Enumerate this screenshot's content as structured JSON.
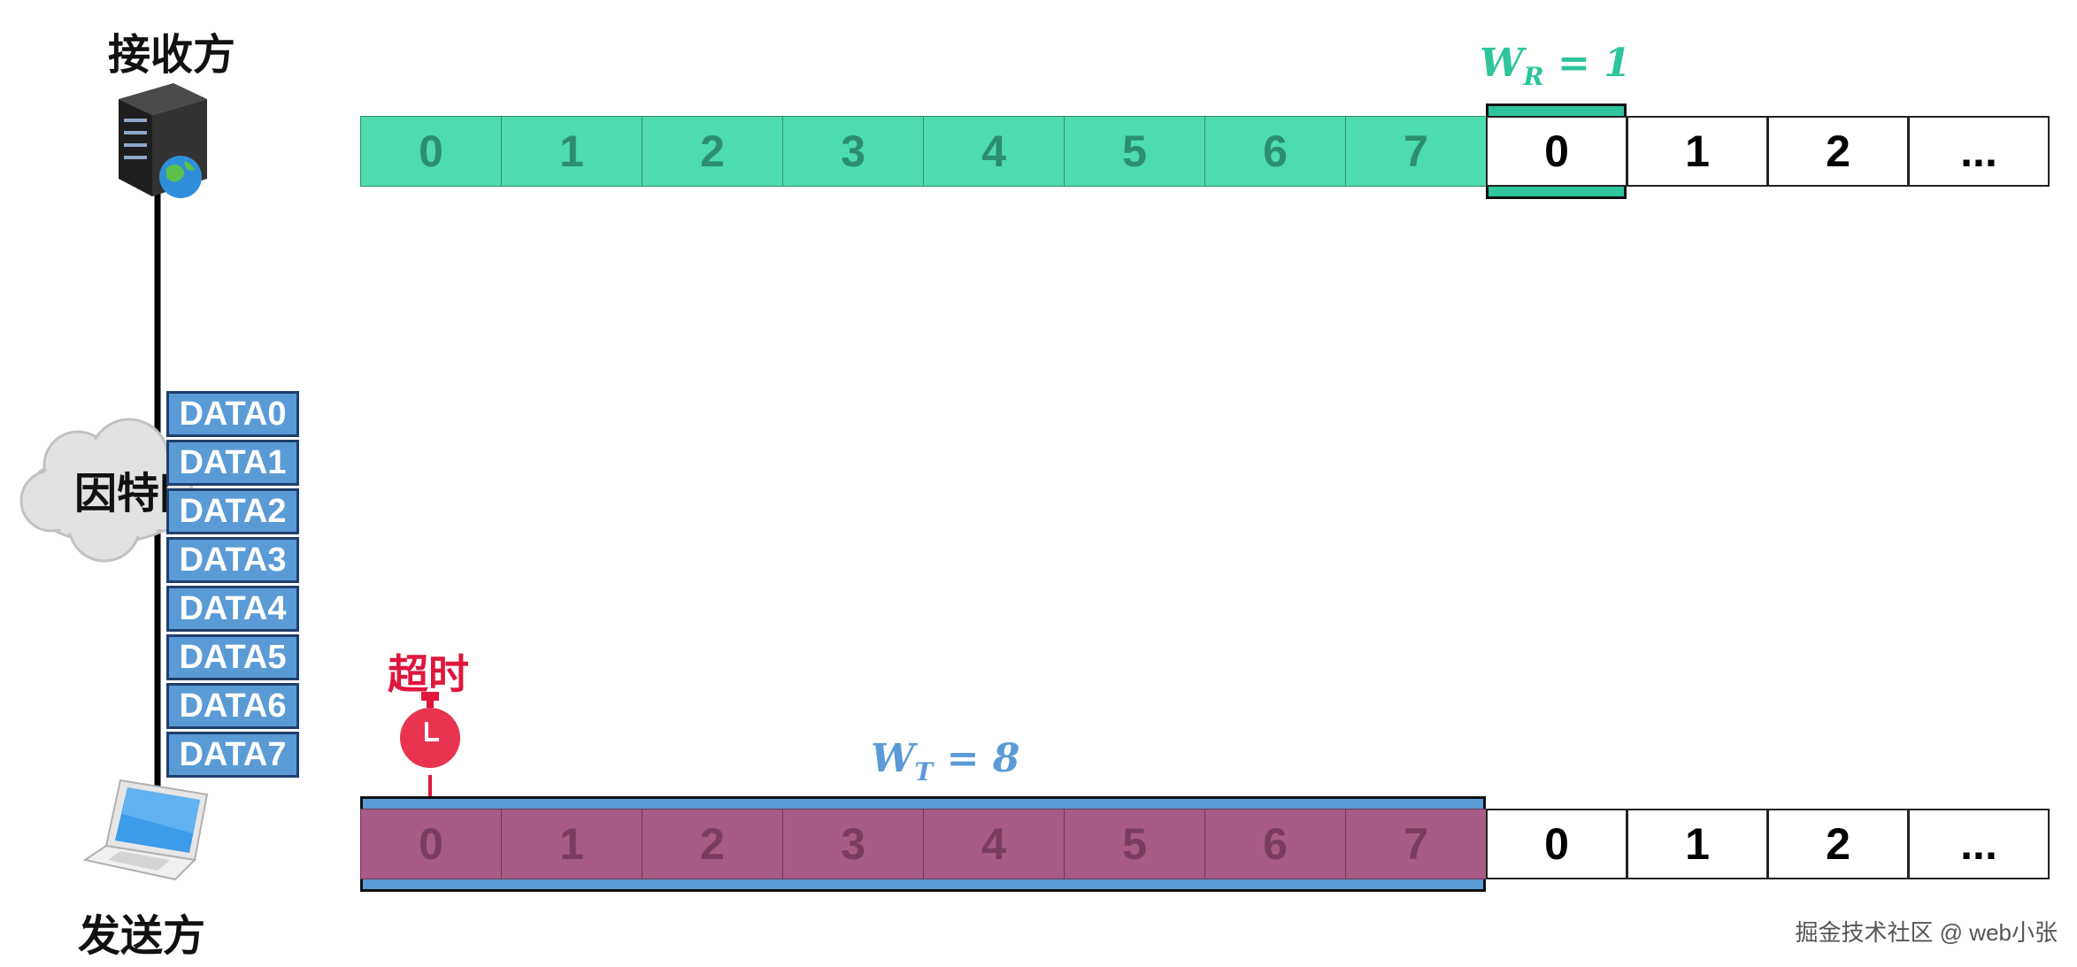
{
  "receiver": {
    "label": "接收方"
  },
  "sender": {
    "label": "发送方"
  },
  "network": {
    "label": "因特网"
  },
  "receive_window": {
    "label_main": "W",
    "label_sub": "R",
    "label_value": " = 1"
  },
  "send_window": {
    "label_main": "W",
    "label_sub": "T",
    "label_value": " = 8"
  },
  "timeout": {
    "label": "超时"
  },
  "packets": [
    "DATA0",
    "DATA1",
    "DATA2",
    "DATA3",
    "DATA4",
    "DATA5",
    "DATA6",
    "DATA7"
  ],
  "receiver_sequence": {
    "received": [
      "0",
      "1",
      "2",
      "3",
      "4",
      "5",
      "6",
      "7"
    ],
    "upcoming": [
      "0",
      "1",
      "2",
      "..."
    ],
    "window_size": 1
  },
  "sender_sequence": {
    "sent": [
      "0",
      "1",
      "2",
      "3",
      "4",
      "5",
      "6",
      "7"
    ],
    "upcoming": [
      "0",
      "1",
      "2",
      "..."
    ],
    "window_size": 8
  },
  "colors": {
    "received_fill": "#4ddbb0",
    "receive_window": "#2ec49c",
    "sent_fill": "#a85b84",
    "send_window": "#5b9bd5",
    "packet_fill": "#5b9bd5",
    "timeout": "#e0163b"
  },
  "watermark": "掘金技术社区 @ web小张"
}
